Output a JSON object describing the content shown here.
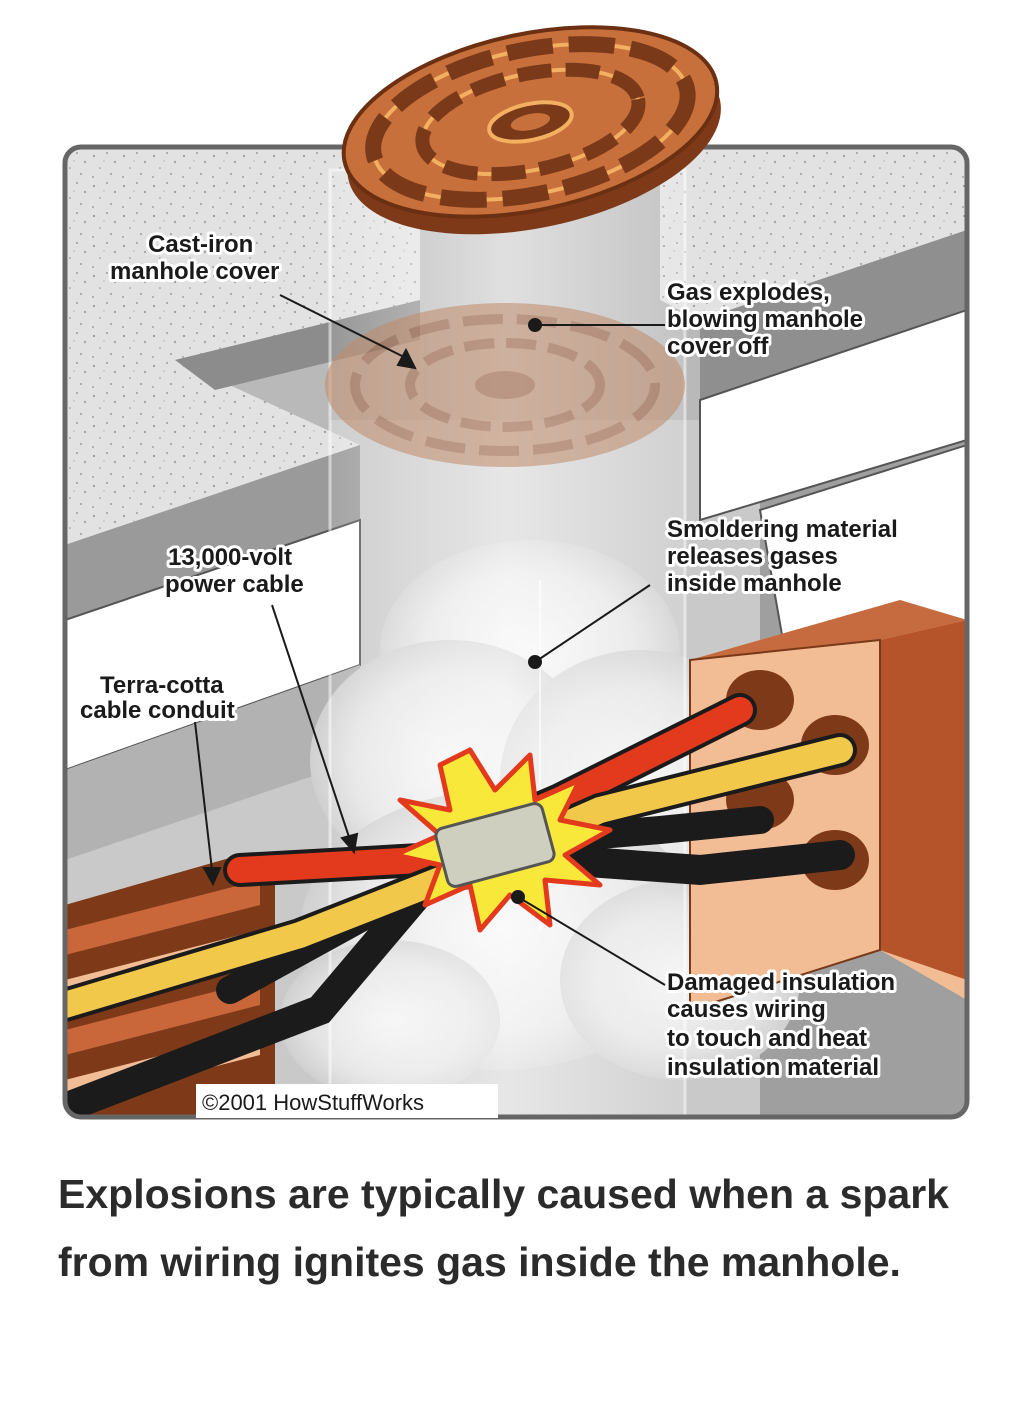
{
  "diagram": {
    "labels": {
      "cover": [
        "Cast-iron",
        "manhole cover"
      ],
      "explodes": [
        "Gas explodes,",
        "blowing manhole",
        "cover off"
      ],
      "smoldering": [
        "Smoldering material",
        "releases gases",
        "inside manhole"
      ],
      "cable": [
        "13,000-volt",
        "power cable"
      ],
      "conduit": [
        "Terra-cotta",
        "cable conduit"
      ],
      "insulation": [
        "Damaged insulation",
        "causes wiring",
        "to touch and heat",
        "insulation material"
      ]
    },
    "copyright": "©2001 HowStuffWorks",
    "colors": {
      "concrete": "#d9d9d9",
      "wall": "#a9a9a9",
      "terracotta": "#b5542a",
      "terracotta_light": "#f2bc95",
      "cable_red": "#e33a1e",
      "cable_yellow": "#f2c84b",
      "cable_black": "#1b1b1b",
      "spark": "#f7e83a"
    }
  },
  "caption": "Explosions are typically caused when a spark from wiring ignites gas inside the manhole."
}
